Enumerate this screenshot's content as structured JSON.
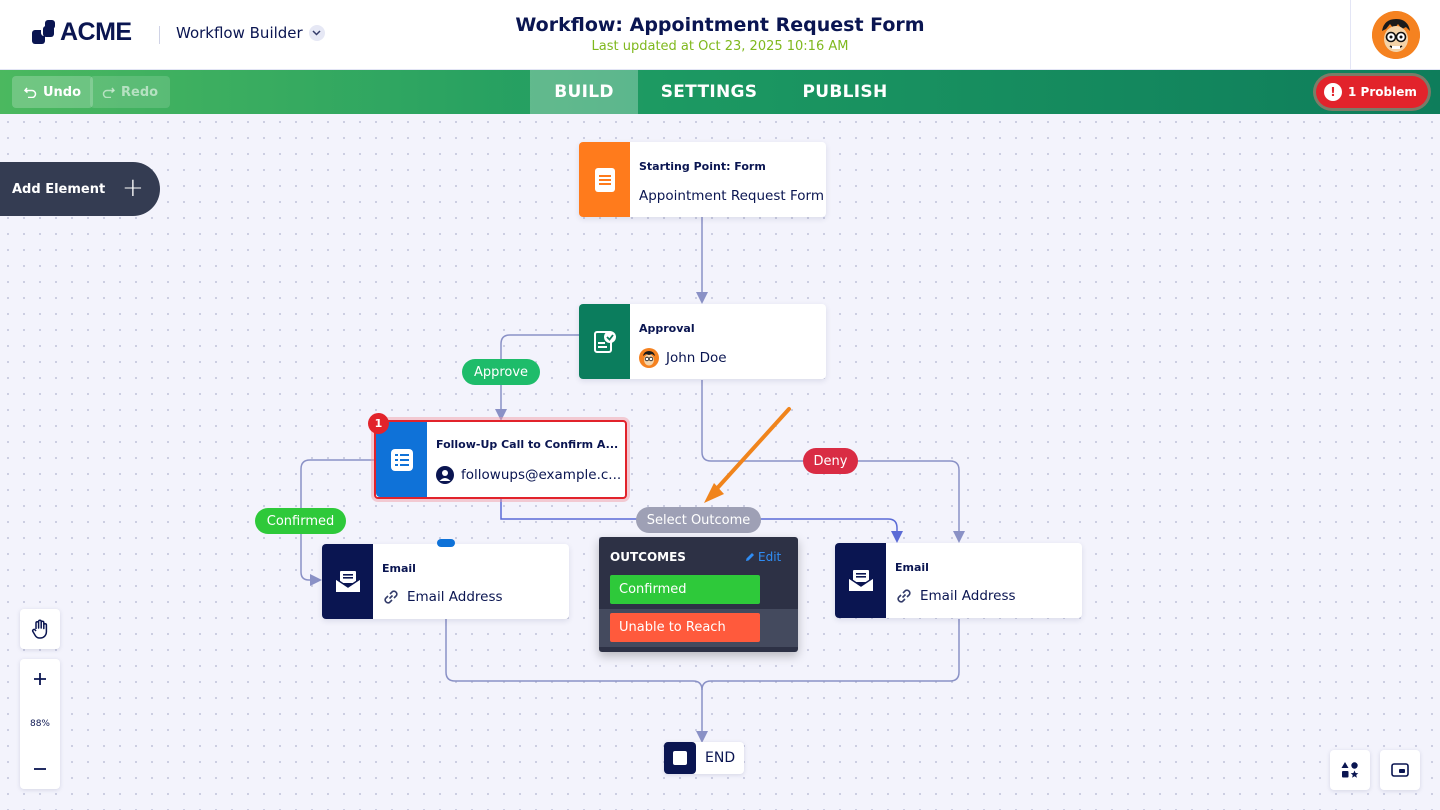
{
  "header": {
    "logo_text": "ACME",
    "app_name": "Workflow Builder",
    "title": "Workflow: Appointment Request Form",
    "subtitle": "Last updated at Oct 23, 2025 10:16 AM"
  },
  "toolbar": {
    "undo_label": "Undo",
    "redo_label": "Redo",
    "tabs": [
      {
        "label": "BUILD",
        "active": true
      },
      {
        "label": "SETTINGS",
        "active": false
      },
      {
        "label": "PUBLISH",
        "active": false
      }
    ],
    "problem_label": "1 Problem"
  },
  "canvas": {
    "add_element_label": "Add Element",
    "nodes": {
      "start": {
        "title": "Starting Point: Form",
        "subtitle": "Appointment Request Form",
        "color": "#ff7b1c"
      },
      "approval": {
        "title": "Approval",
        "subtitle": "John Doe",
        "color": "#0b7d5d"
      },
      "followup": {
        "title": "Follow-Up Call to Confirm A...",
        "subtitle": "followups@example.c...",
        "color": "#0f72d8",
        "badge": "1"
      },
      "email_left": {
        "title": "Email",
        "subtitle": "Email Address",
        "color": "#0a1551"
      },
      "email_right": {
        "title": "Email",
        "subtitle": "Email Address",
        "color": "#0a1551"
      }
    },
    "labels": {
      "approve": "Approve",
      "deny": "Deny",
      "confirmed": "Confirmed",
      "select_outcome": "Select Outcome"
    },
    "outcomes": {
      "heading": "OUTCOMES",
      "edit_label": "Edit",
      "items": [
        "Confirmed",
        "Unable to Reach"
      ]
    },
    "end_label": "END"
  },
  "controls": {
    "zoom_level": "88%"
  },
  "colors": {
    "approve": "#1ebc6a",
    "deny": "#d92c44",
    "confirmed_green": "#2ec93a",
    "unable_red": "#ff5a3c",
    "select_outcome_grey": "#9ea0b5"
  }
}
